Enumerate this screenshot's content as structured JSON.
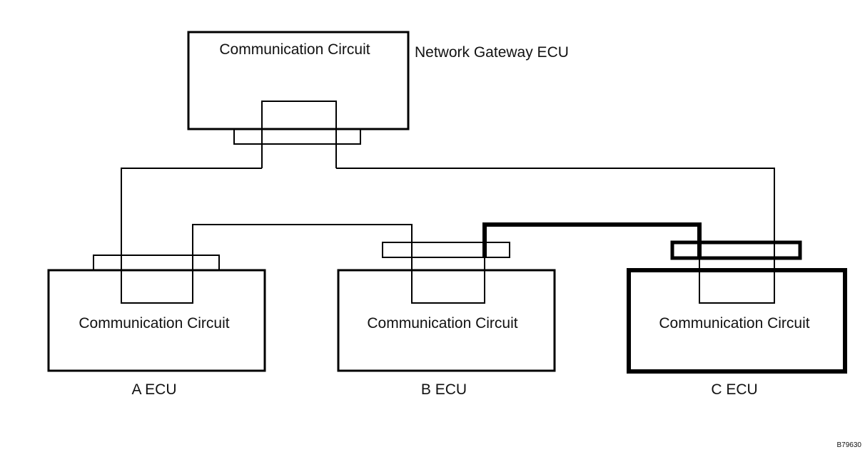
{
  "gateway": {
    "name": "Network Gateway ECU",
    "circuit_label": "Communication Circuit"
  },
  "ecus": [
    {
      "name": "A ECU",
      "circuit_label": "Communication Circuit",
      "highlighted": false
    },
    {
      "name": "B ECU",
      "circuit_label": "Communication Circuit",
      "highlighted": false
    },
    {
      "name": "C ECU",
      "circuit_label": "Communication Circuit",
      "highlighted": true
    }
  ],
  "figure_code": "B79630",
  "colors": {
    "line": "#000000",
    "background": "#ffffff"
  }
}
